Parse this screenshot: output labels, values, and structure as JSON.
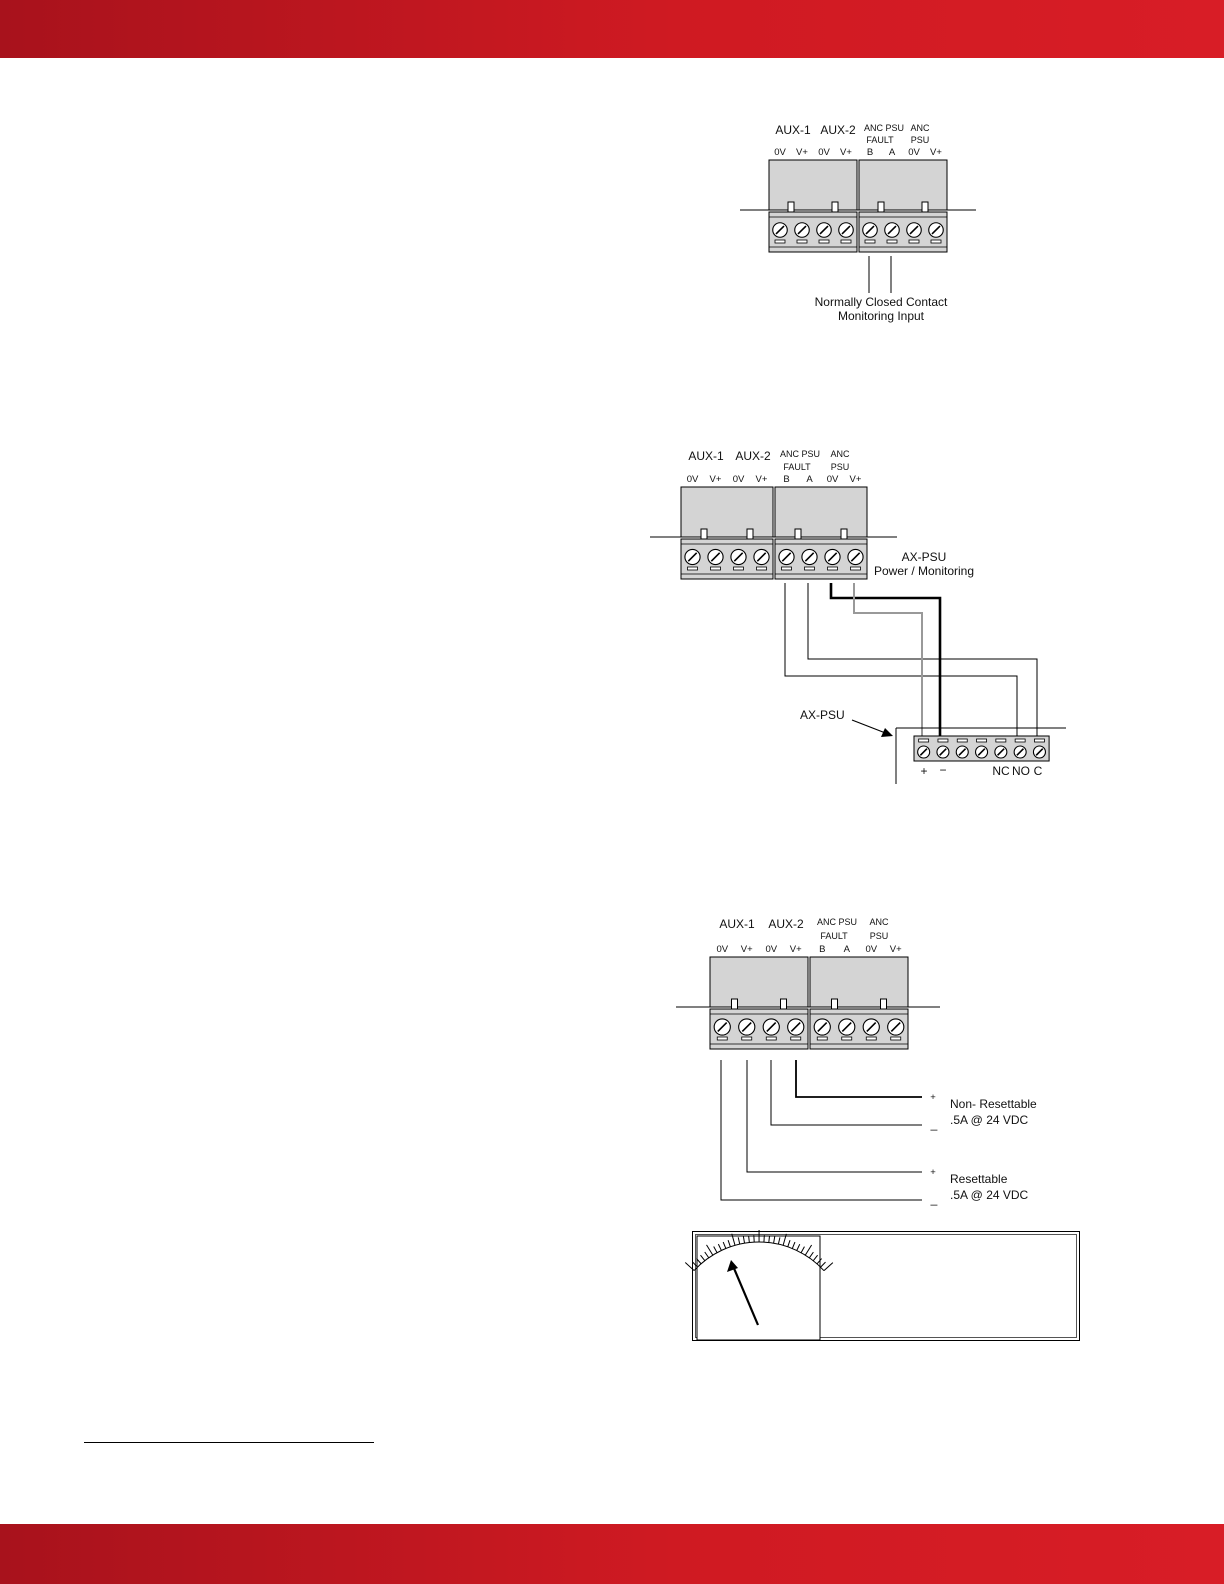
{
  "terminal_labels": {
    "aux1": "AUX-1",
    "aux2": "AUX-2",
    "anc_psu_fault_line1": "ANC PSU",
    "anc_psu_fault_line2": "FAULT",
    "anc_psu_line1": "ANC",
    "anc_psu_line2": "PSU",
    "pins": [
      "0V",
      "V+",
      "0V",
      "V+",
      "B",
      "A",
      "0V",
      "V+"
    ]
  },
  "diagram1": {
    "caption_line1": "Normally Closed Contact",
    "caption_line2": "Monitoring Input"
  },
  "diagram2": {
    "board_label_line1": "AX-PSU",
    "board_label_line2": "Power / Monitoring",
    "psu_arrow_label": "AX-PSU",
    "psu_terminal_plus": "+",
    "psu_terminal_minus": "−",
    "psu_terminal_nc": "NC",
    "psu_terminal_no": "NO",
    "psu_terminal_c": "C"
  },
  "diagram3": {
    "output1_plus": "+",
    "output1_minus": "_",
    "output1_line1": "Non- Resettable",
    "output1_line2": ".5A @ 24 VDC",
    "output2_plus": "+",
    "output2_minus": "_",
    "output2_line1": "Resettable",
    "output2_line2": ".5A @ 24 VDC"
  },
  "colors": {
    "brand_red": "#cf1a22",
    "terminal_fill": "#d4d4d4"
  }
}
